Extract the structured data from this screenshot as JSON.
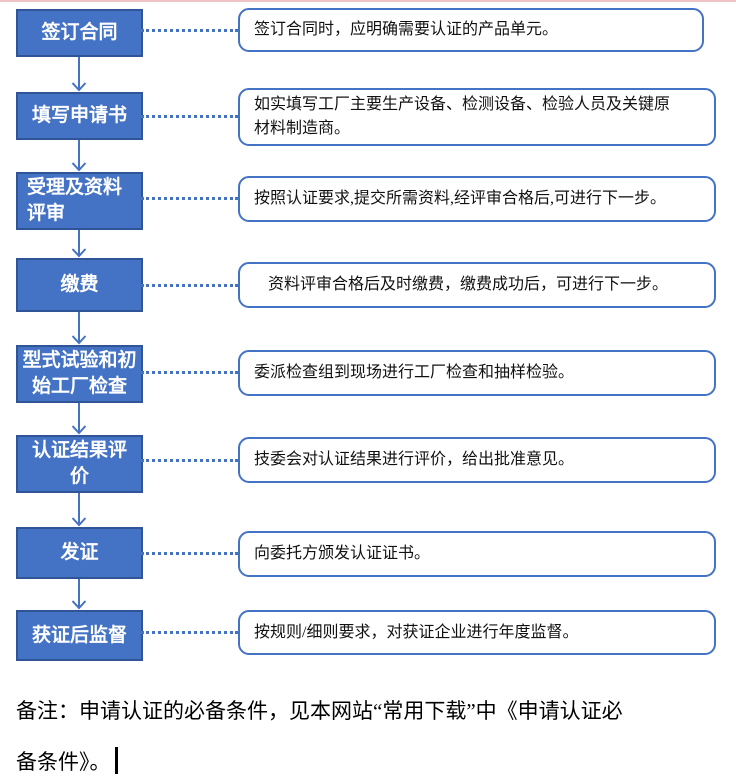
{
  "document": {
    "type": "certification-process-flowchart",
    "top_border_color": "#eec3c8",
    "background": "#ffffff"
  },
  "colors": {
    "step_box_fill": "#4472C4",
    "step_box_border": "#2F5597",
    "step_box_text": "#ffffff",
    "callout_border": "#4472C4",
    "connector": "#4472C4",
    "arrow": "#4472C4",
    "body_text": "#000000"
  },
  "steps": [
    {
      "label": "签订合同",
      "desc": "签订合同时，应明确需要认证的产品单元。"
    },
    {
      "label": "填写申请书",
      "desc": "如实填写工厂主要生产设备、检测设备、检验人员及关键原\n材料制造商。"
    },
    {
      "label": "受理及资料\n评审",
      "desc": "按照认证要求,提交所需资料,经评审合格后,可进行下一步。"
    },
    {
      "label": "缴费",
      "desc": "资料评审合格后及时缴费，缴费成功后，可进行下一步。"
    },
    {
      "label": "型式试验和初\n始工厂检查",
      "desc": "委派检查组到现场进行工厂检查和抽样检验。"
    },
    {
      "label": "认证结果评\n价",
      "desc": "技委会对认证结果进行评价，给出批准意见。"
    },
    {
      "label": "发证",
      "desc": "向委托方颁发认证证书。"
    },
    {
      "label": "获证后监督",
      "desc": "按规则/细则要求，对获证企业进行年度监督。"
    }
  ],
  "note": {
    "text": "备注：申请认证的必备条件，见本网站“常用下载”中《申请认证必\n备条件》。"
  }
}
